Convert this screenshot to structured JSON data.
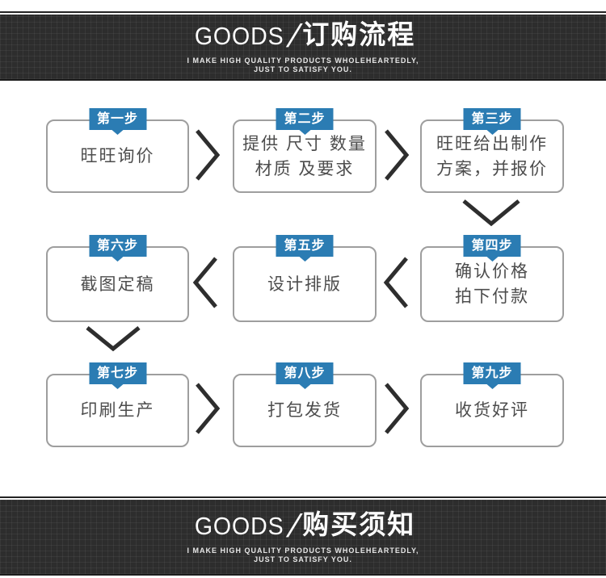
{
  "banners": {
    "top": {
      "label_en": "GOODS",
      "separator": "/",
      "title_cn": "订购流程",
      "subtitle_line1": "I MAKE HIGH QUALITY PRODUCTS WHOLEHEARTEDLY,",
      "subtitle_line2": "JUST TO SATISFY YOU.",
      "bg_color": "#2d2d2d",
      "text_color": "#ffffff"
    },
    "bottom": {
      "label_en": "GOODS",
      "separator": "/",
      "title_cn": "购买须知",
      "subtitle_line1": "I MAKE HIGH QUALITY PRODUCTS WHOLEHEARTEDLY,",
      "subtitle_line2": "JUST TO SATISFY YOU.",
      "bg_color": "#2d2d2d",
      "text_color": "#ffffff"
    }
  },
  "flow": {
    "badge_color": "#2b7cb3",
    "box_border_color": "#9e9e9e",
    "box_text_color": "#4d4d4d",
    "arrow_color": "#2e2e2e",
    "steps": [
      {
        "badge": "第一步",
        "line1": "旺旺询价",
        "line2": ""
      },
      {
        "badge": "第二步",
        "line1": "提供 尺寸 数量",
        "line2": "材质 及要求"
      },
      {
        "badge": "第三步",
        "line1": "旺旺给出制作",
        "line2": "方案，并报价"
      },
      {
        "badge": "第四步",
        "line1": "确认价格",
        "line2": "拍下付款"
      },
      {
        "badge": "第五步",
        "line1": "设计排版",
        "line2": ""
      },
      {
        "badge": "第六步",
        "line1": "截图定稿",
        "line2": ""
      },
      {
        "badge": "第七步",
        "line1": "印刷生产",
        "line2": ""
      },
      {
        "badge": "第八步",
        "line1": "打包发货",
        "line2": ""
      },
      {
        "badge": "第九步",
        "line1": "收货好评",
        "line2": ""
      }
    ]
  }
}
